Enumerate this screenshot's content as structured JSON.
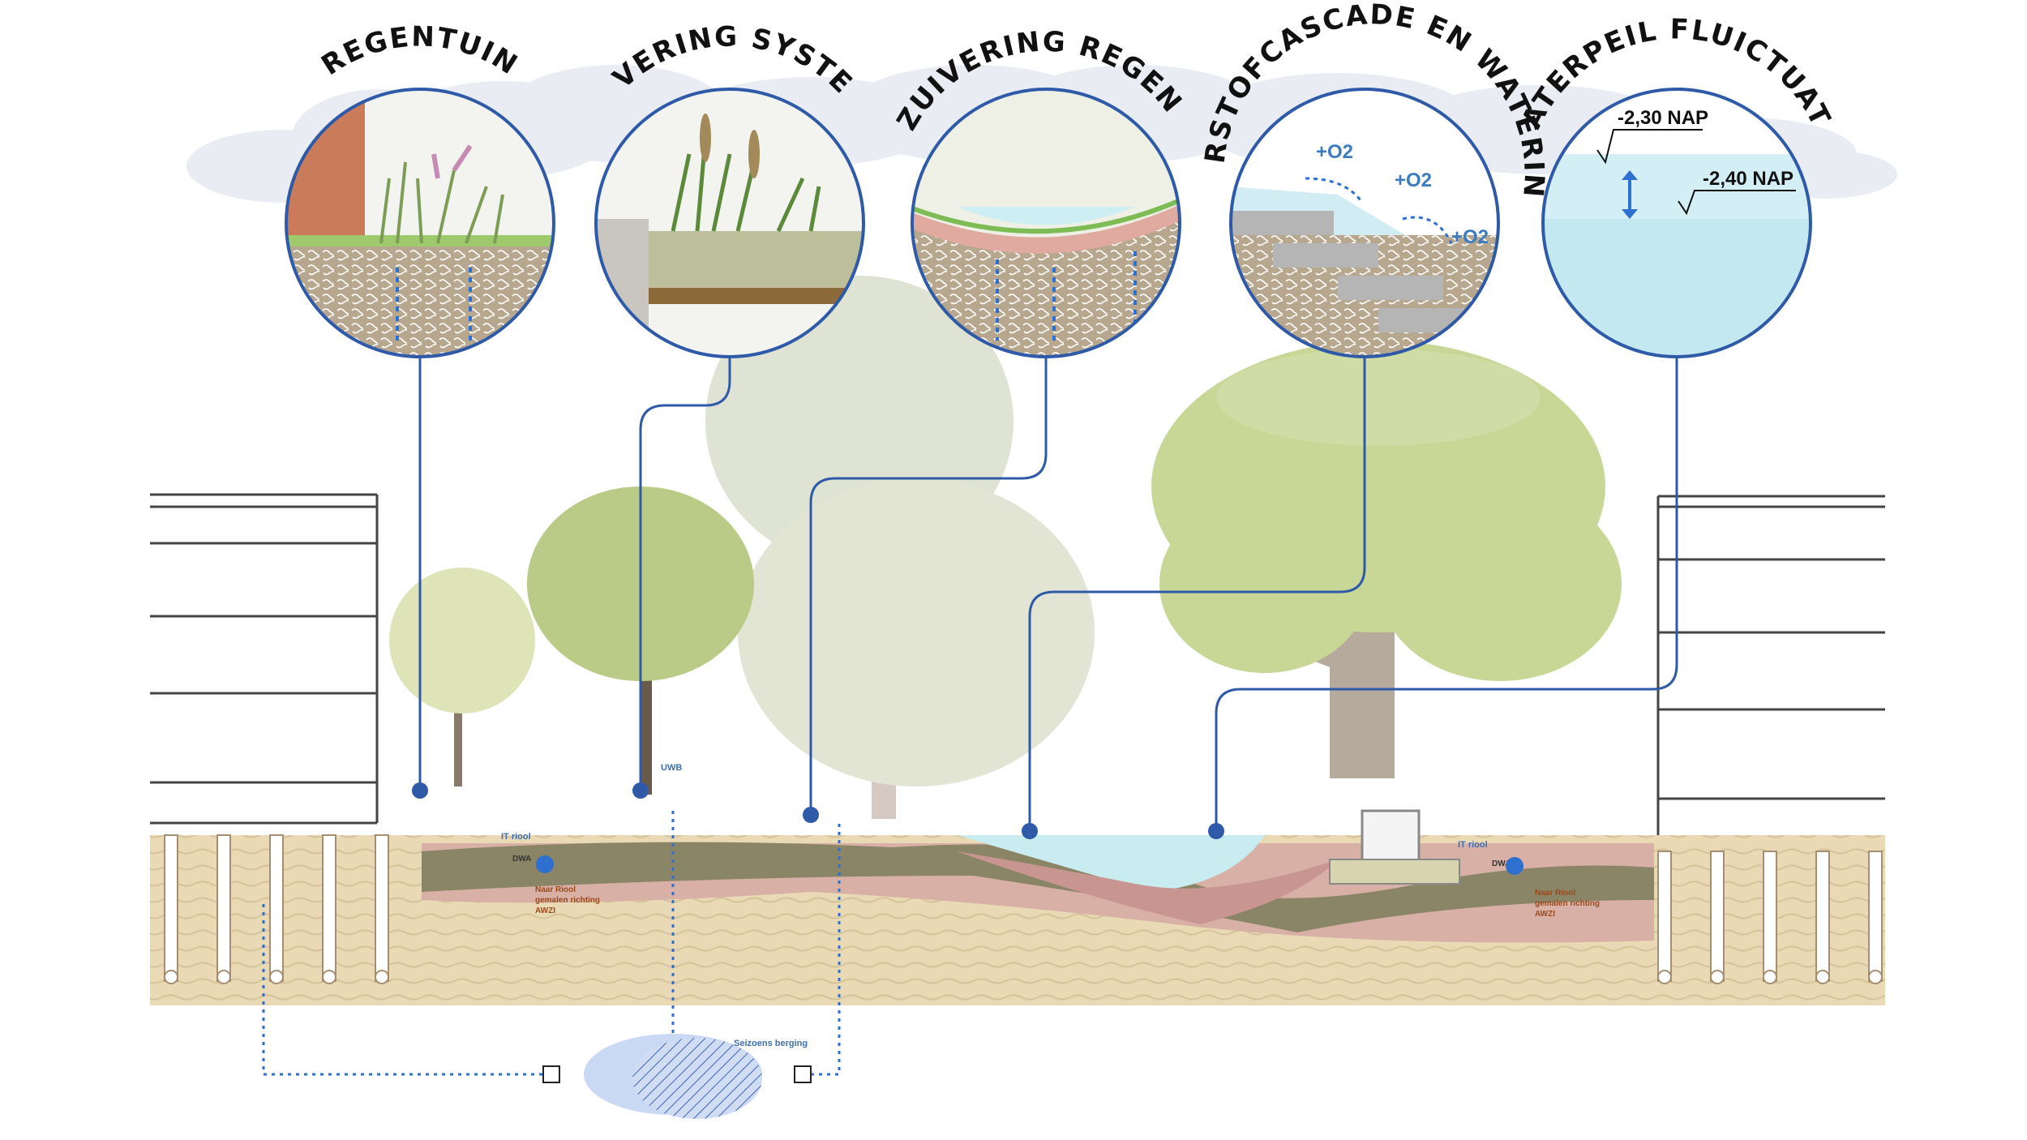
{
  "callouts": [
    {
      "id": "regentuin",
      "title": "REGENTUIN"
    },
    {
      "id": "zuivering",
      "title": "ZUIVERING SYSTEEM"
    },
    {
      "id": "voorzuivering",
      "title": "VOORZUIVERING REGENWATER"
    },
    {
      "id": "zuurstof",
      "title": "ZUURSTOFCASCADE EN WATERINLAT"
    },
    {
      "id": "waterpeil",
      "title": "WATERPEIL FLUICTUATIE"
    }
  ],
  "oxygen_labels": [
    "+O2",
    "+O2",
    "+O2"
  ],
  "water_levels": {
    "high": "-2,30 NAP",
    "low": "-2,40 NAP"
  },
  "section_labels": {
    "left_sewer": "IT riool",
    "right_sewer": "IT riool",
    "left_dwa": "DWA",
    "right_dwa": "DWA",
    "left_note": [
      "Naar Riool",
      "gemalen richting",
      "AWZI"
    ],
    "right_note": [
      "Naar Riool",
      "gemalen richting",
      "AWZI"
    ],
    "uwb": "UWB",
    "storage": "Seizoens berging"
  },
  "colors": {
    "line_blue": "#2f5aa8",
    "dash_blue": "#2f6fd0",
    "soil": "#e8d9b8",
    "clay": "#d9b3a8",
    "dark_soil": "#7d7a5e",
    "water": "#c9ebf2",
    "tree_green": "#c6d38e"
  }
}
